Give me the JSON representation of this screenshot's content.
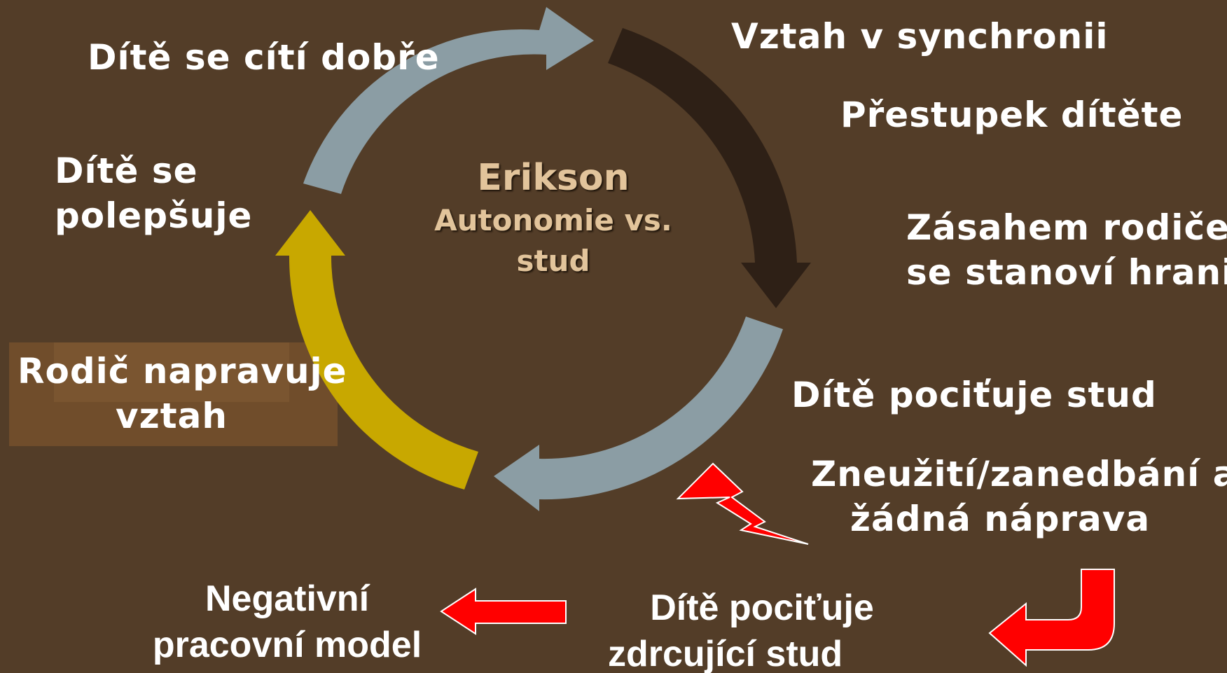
{
  "center": {
    "title": "Erikson",
    "subtitle_line1": "Autonomie vs.",
    "subtitle_line2": "stud"
  },
  "labels": {
    "child_feels_good": "Dítě se cítí dobře",
    "sync_relationship": "Vztah v synchronii",
    "child_transgression": "Přestupek dítěte",
    "parent_sets_limits_line1": "Zásahem rodiče",
    "parent_sets_limits_line2": "se stanoví hranice",
    "child_feels_shame": "Dítě pociťuje stud",
    "abuse_line1": "Zneužití/zanedbání a",
    "abuse_line2": "žádná náprava",
    "crushing_shame_line1": "Dítě pociťuje",
    "crushing_shame_line2": "zdrcující stud",
    "negative_model_line1": "Negativní",
    "negative_model_line2": "pracovní model",
    "parent_repairs_line1": "Rodič napravuje",
    "parent_repairs_line2": "vztah",
    "child_improves_line1": "Dítě se",
    "child_improves_line2": "polepšuje"
  },
  "colors": {
    "background": "#533d28",
    "grey_arrow": "#8b9da4",
    "dark_arrow": "#2e2016",
    "yellow_arrow": "#c8a800",
    "red": "#ff0000",
    "highlight_box": "#704d2b",
    "center_text": "#e2c49b"
  },
  "icons": {
    "lightning": "lightning-bolt-icon",
    "arrow_left": "arrow-left-icon",
    "arrow_curved": "curved-arrow-icon"
  }
}
